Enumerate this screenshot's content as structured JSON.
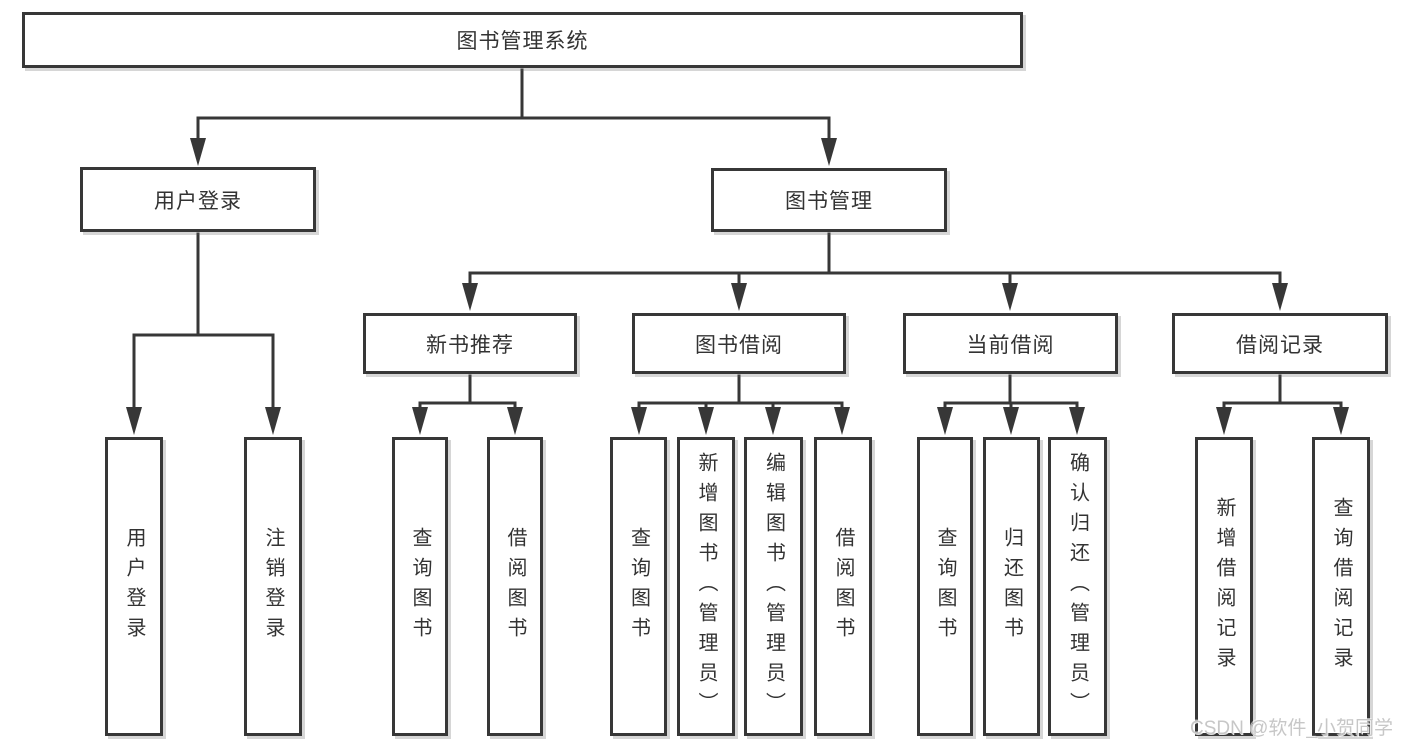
{
  "diagram": {
    "root": {
      "label": "图书管理系统"
    },
    "branches": [
      {
        "label": "用户登录",
        "leaves": [
          "用户登录",
          "注销登录"
        ]
      },
      {
        "label": "图书管理",
        "groups": [
          {
            "label": "新书推荐",
            "leaves": [
              "查询图书",
              "借阅图书"
            ]
          },
          {
            "label": "图书借阅",
            "leaves": [
              "查询图书",
              "新增图书（管理员）",
              "编辑图书（管理员）",
              "借阅图书"
            ]
          },
          {
            "label": "当前借阅",
            "leaves": [
              "查询图书",
              "归还图书",
              "确认归还（管理员）"
            ]
          },
          {
            "label": "借阅记录",
            "leaves": [
              "新增借阅记录",
              "查询借阅记录"
            ]
          }
        ]
      }
    ]
  },
  "watermark": {
    "text": "CSDN @软件_小贺同学"
  },
  "colors": {
    "line": "#373737",
    "text": "#333333",
    "background": "#ffffff",
    "watermark": "#c7c7c7"
  }
}
